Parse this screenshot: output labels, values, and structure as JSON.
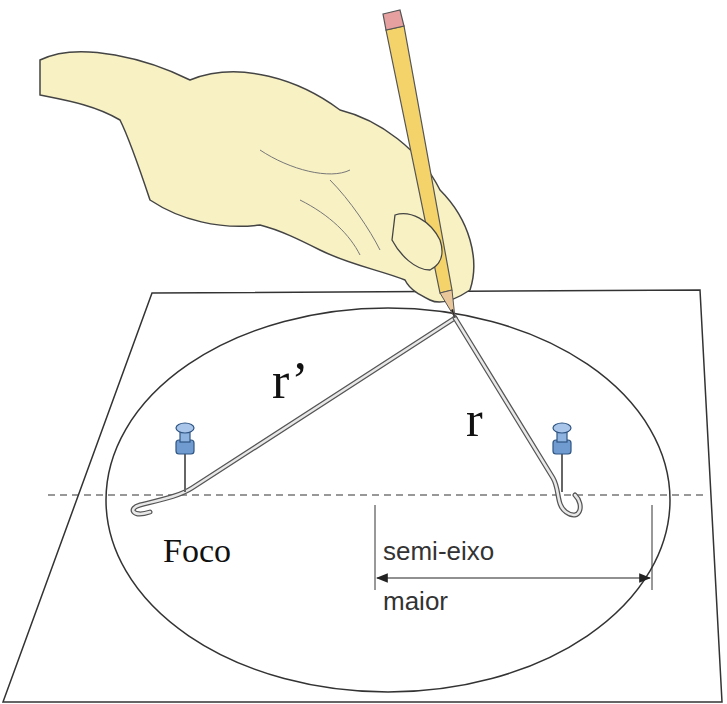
{
  "diagram": {
    "labels": [
      "r’",
      "r",
      "Foco",
      "semi-eixo maior"
    ]
  }
}
